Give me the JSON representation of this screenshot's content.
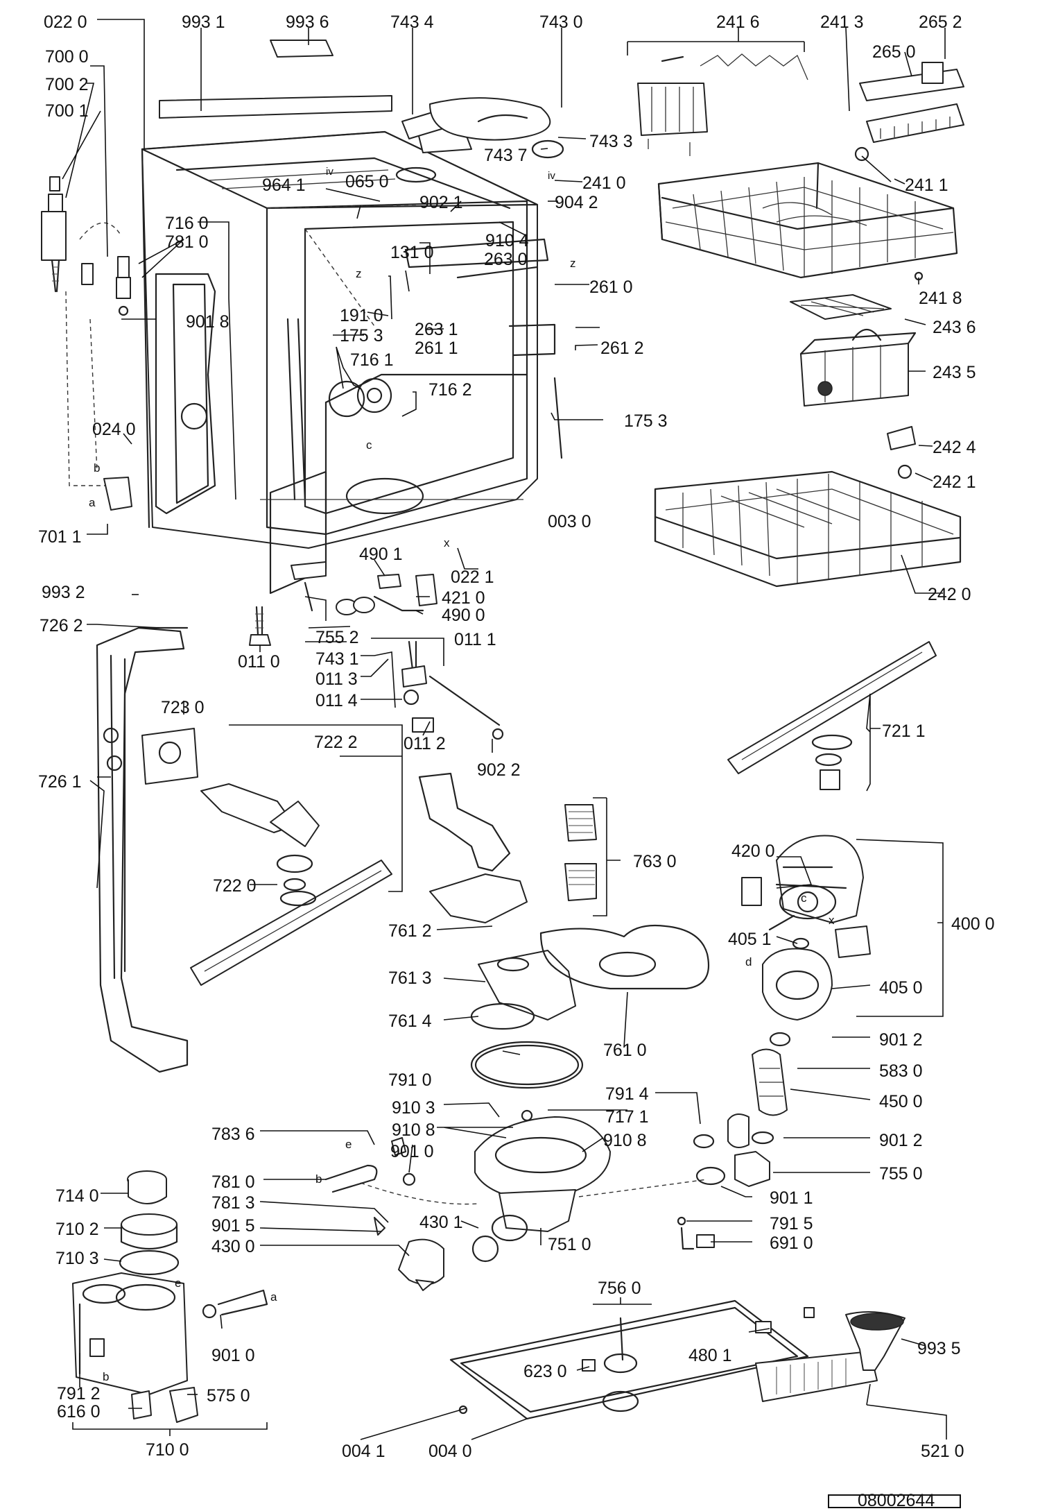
{
  "document_code": "08002644",
  "callouts": [
    "022 0",
    "993 1",
    "993 6",
    "743 4",
    "743 0",
    "241 6",
    "241 3",
    "265 2",
    "265 0",
    "700 0",
    "700 2",
    "700 1",
    "743 7",
    "743 3",
    "241 1",
    "964 1",
    "065 0",
    "902 1",
    "904 2",
    "241 0",
    "910 4",
    "716 0",
    "781 0",
    "263 0",
    "131 0",
    "261 0",
    "241 8",
    "901 8",
    "263 1",
    "191 0",
    "261 1",
    "175 3",
    "261 2",
    "243 6",
    "716 1",
    "243 5",
    "716 2",
    "175 3",
    "024 0",
    "242 4",
    "242 1",
    "701 1",
    "003 0",
    "490 1",
    "022 1",
    "993 2",
    "421 0",
    "490 0",
    "242 0",
    "726 2",
    "755 2",
    "011 0",
    "743 1",
    "011 1",
    "011 3",
    "011 4",
    "723 0",
    "011 2",
    "902 2",
    "721 1",
    "722 2",
    "726 1",
    "763 0",
    "722 0",
    "420 0",
    "400 0",
    "761 2",
    "405 1",
    "761 3",
    "405 0",
    "761 4",
    "761 0",
    "901 2",
    "791 0",
    "583 0",
    "791 4",
    "450 0",
    "910 3",
    "717 1",
    "783 6",
    "910 8",
    "910 8",
    "901 2",
    "901 0",
    "755 0",
    "714 0",
    "781 0",
    "901 1",
    "781 3",
    "430 1",
    "710 2",
    "901 5",
    "791 5",
    "751 0",
    "430 0",
    "691 0",
    "710 3",
    "756 0",
    "901 0",
    "480 1",
    "993 5",
    "623 0",
    "791 2",
    "616 0",
    "575 0",
    "004 1",
    "004 0",
    "521 0",
    "710 0"
  ],
  "letters": [
    "z",
    "z",
    "x",
    "c",
    "b",
    "a",
    "b",
    "c",
    "e",
    "e",
    "d",
    "x",
    "a",
    "b",
    "iv",
    "iv"
  ]
}
